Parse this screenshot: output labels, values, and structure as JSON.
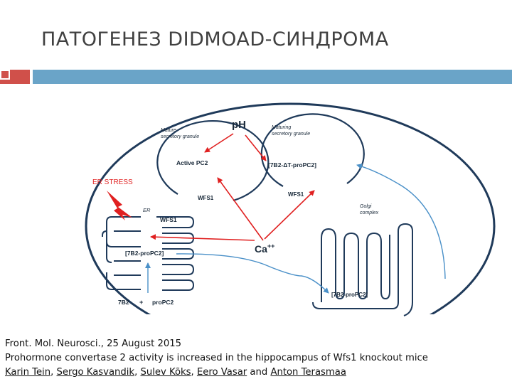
{
  "slide": {
    "title": "ПАТОГЕНЕЗ DIDMOAD-СИНДРОМА"
  },
  "diagram": {
    "ph": "pH",
    "ca": "Ca",
    "ca_sup": "++",
    "er_stress": "ER STRESS",
    "er": "ER",
    "mature_granule_l1": "Mature",
    "mature_granule_l2": "secretory granule",
    "maturing_granule_l1": "Maturing",
    "maturing_granule_l2": "secretory granule",
    "active_pc2": "Active PC2",
    "complex_7b2": "[7B2-ΔT-proPC2]",
    "wfs1_mature": "WFS1",
    "wfs1_maturing": "WFS1",
    "wfs1_er": "WFS1",
    "er_7b2_propc2": "[7B2-proPC2]",
    "b7b2": "7B2",
    "plus": "+",
    "propc2": "proPC2",
    "golgi_l1": "Golgi",
    "golgi_l2": "complex",
    "golgi_7b2_propc2": "[7B2-proPC2]",
    "colors": {
      "cell_line": "#1f3a5a",
      "arrow_red": "#e02020",
      "arrow_blue": "#4a90c8",
      "er_stress": "#e02020"
    }
  },
  "reference": {
    "journal": "Front. Mol. Neurosci., 25 August 2015",
    "article": "Prohormone convertase 2 activity is increased in the hippocampus of Wfs1 knockout mice",
    "authors": [
      "Karin Tein",
      "Sergo Kasvandik",
      "Sulev Kõks",
      "Eero Vasar",
      "Anton Terasmaa"
    ],
    "sep1": ", ",
    "sep2": ", ",
    "sep3": ", ",
    "and": " and "
  }
}
